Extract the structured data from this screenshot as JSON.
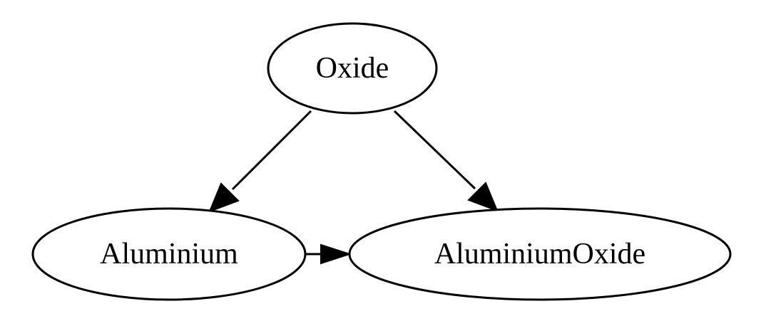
{
  "nodes": {
    "oxide": {
      "label": "Oxide"
    },
    "aluminium": {
      "label": "Aluminium"
    },
    "aluminium_oxide": {
      "label": "AluminiumOxide"
    }
  },
  "edges": [
    {
      "from": "Oxide",
      "to": "Aluminium"
    },
    {
      "from": "Oxide",
      "to": "AluminiumOxide"
    },
    {
      "from": "Aluminium",
      "to": "AluminiumOxide"
    }
  ],
  "colors": {
    "stroke": "#000000",
    "fill": "#ffffff"
  }
}
